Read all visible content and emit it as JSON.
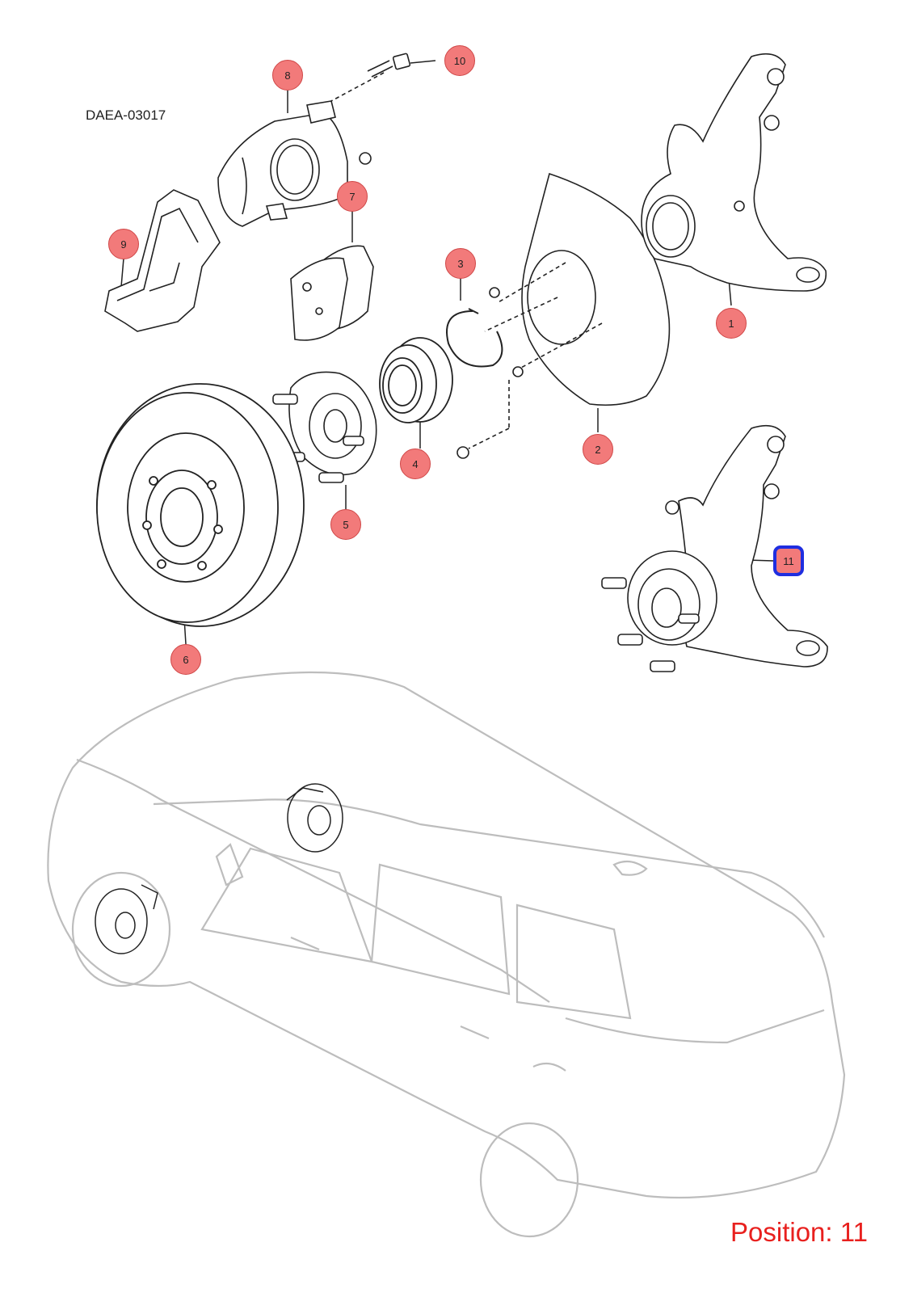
{
  "diagram": {
    "code": "DAEA-03017",
    "position_label": "Position: 11",
    "selected": "11",
    "callouts": [
      {
        "id": "1",
        "label": "1"
      },
      {
        "id": "2",
        "label": "2"
      },
      {
        "id": "3",
        "label": "3"
      },
      {
        "id": "4",
        "label": "4"
      },
      {
        "id": "5",
        "label": "5"
      },
      {
        "id": "6",
        "label": "6"
      },
      {
        "id": "7",
        "label": "7"
      },
      {
        "id": "8",
        "label": "8"
      },
      {
        "id": "9",
        "label": "9"
      },
      {
        "id": "10",
        "label": "10"
      },
      {
        "id": "11",
        "label": "11"
      }
    ]
  },
  "colors": {
    "callout_fill": "#f27a7a",
    "selected_border": "#1f2ee0",
    "position_text": "#e8201e",
    "car_outline": "#bdbdbd"
  }
}
